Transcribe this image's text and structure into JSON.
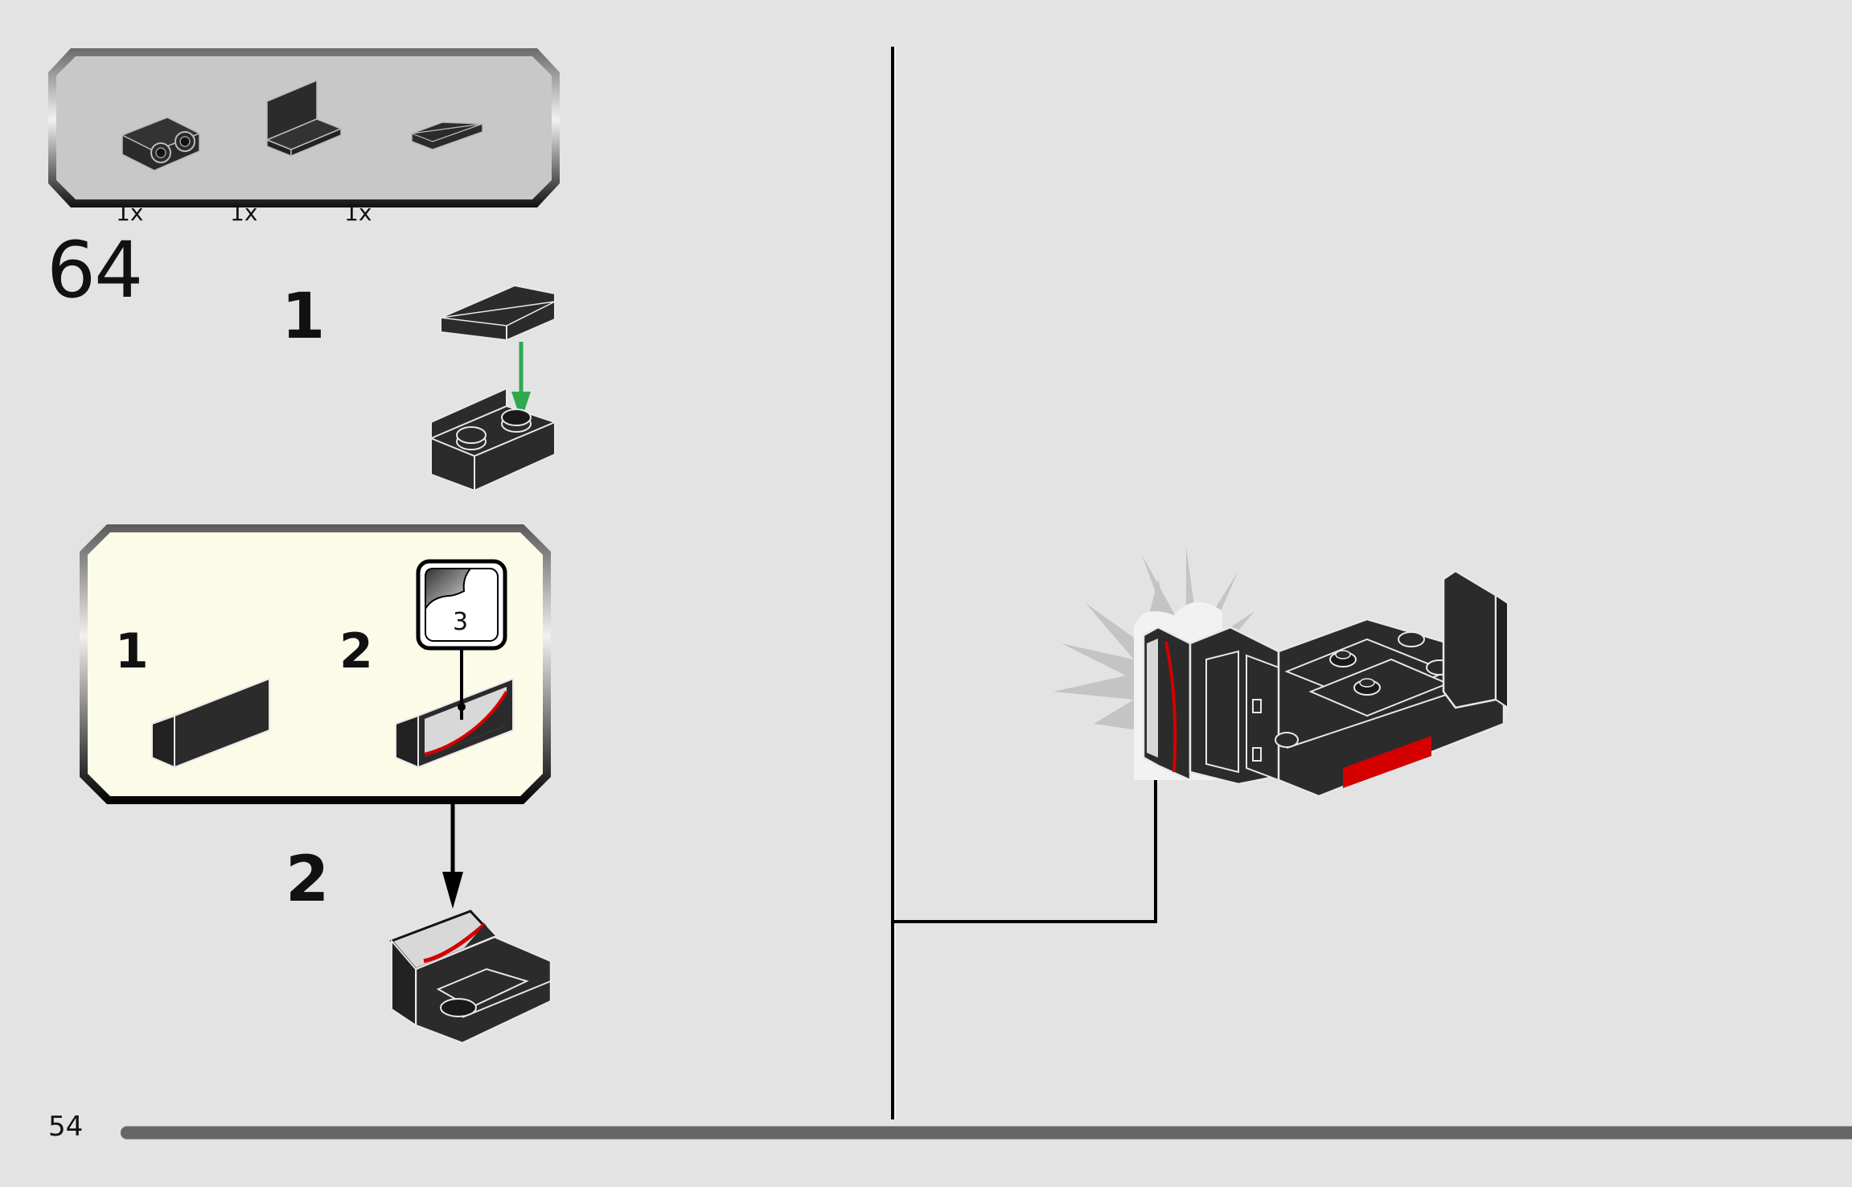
{
  "page": {
    "page_number": "54",
    "step_number": "64",
    "background_color": "#e3e3e3"
  },
  "parts_list": {
    "items": [
      {
        "name": "bracket-1x2-with-studs",
        "color": "#2b2b2b",
        "quantity": "1x"
      },
      {
        "name": "panel-1x2x1",
        "color": "#2b2b2b",
        "quantity": "1x"
      },
      {
        "name": "wedge-tile",
        "color": "#2b2b2b",
        "quantity": "1x"
      }
    ]
  },
  "sub_steps": [
    {
      "label": "1",
      "arrow_color": "#2fa84f"
    },
    {
      "label": "2"
    }
  ],
  "callout": {
    "background_color": "#fbfbe8",
    "steps": [
      {
        "label": "1"
      },
      {
        "label": "2",
        "sticker_number": "3"
      }
    ]
  },
  "colors": {
    "brick": "#2b2b2b",
    "sticker_red": "#d40000",
    "arrow_black": "#000000",
    "install_arrow_green": "#2fa84f",
    "page_bar": "#666666"
  }
}
